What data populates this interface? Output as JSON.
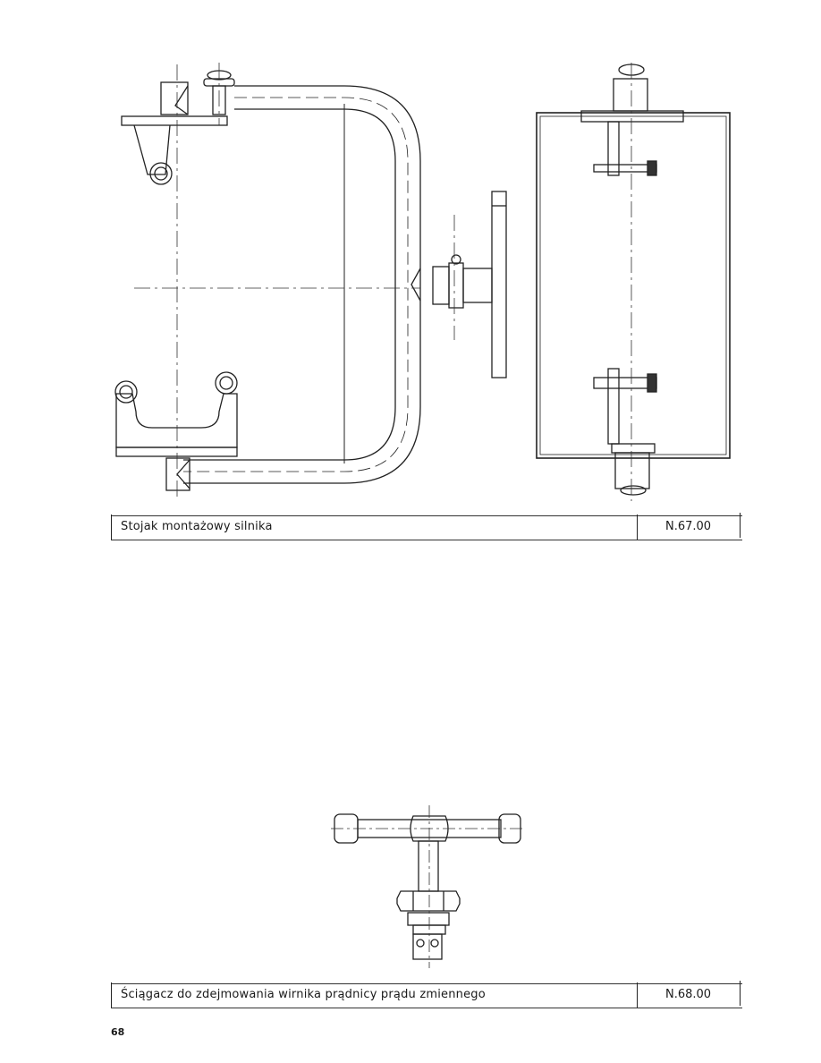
{
  "figures": [
    {
      "title": "Stojak montażowy silnika",
      "code": "N.67.00"
    },
    {
      "title": "Ściągacz do zdejmowania wirnika prądnicy prądu zmiennego",
      "code": "N.68.00"
    }
  ],
  "page_number": "68"
}
